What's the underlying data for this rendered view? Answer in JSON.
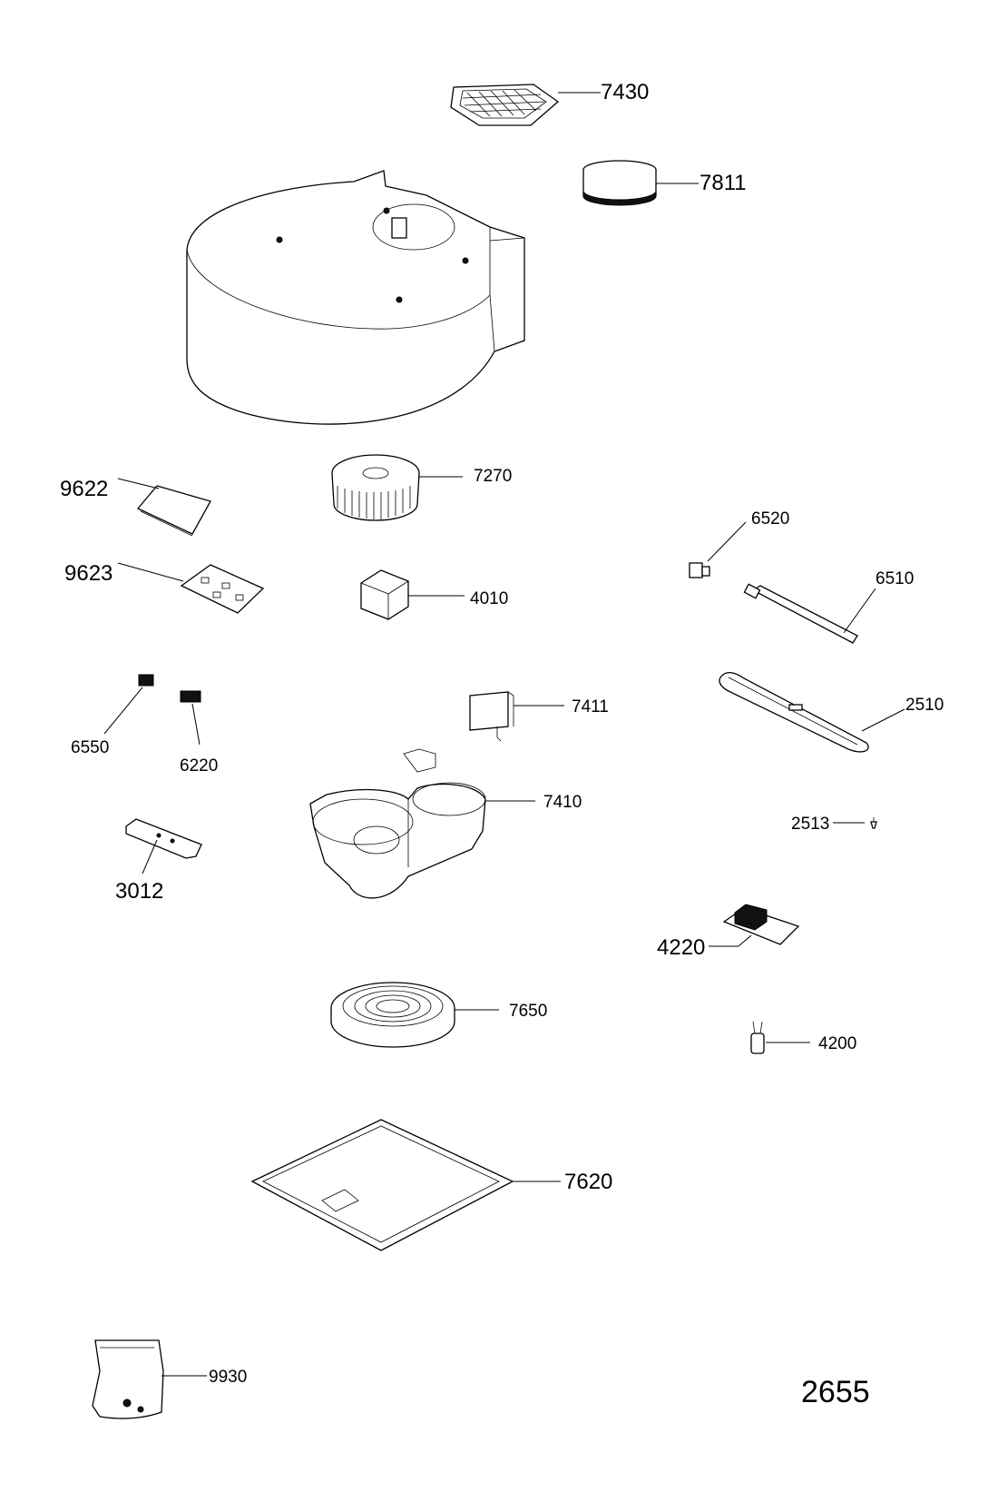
{
  "diagram": {
    "parts": [
      {
        "id": "p7430",
        "label": "7430"
      },
      {
        "id": "p7811",
        "label": "7811"
      },
      {
        "id": "p9622",
        "label": "9622"
      },
      {
        "id": "p7270",
        "label": "7270"
      },
      {
        "id": "p6520",
        "label": "6520"
      },
      {
        "id": "p9623",
        "label": "9623"
      },
      {
        "id": "p4010",
        "label": "4010"
      },
      {
        "id": "p6510",
        "label": "6510"
      },
      {
        "id": "p7411",
        "label": "7411"
      },
      {
        "id": "p2510",
        "label": "2510"
      },
      {
        "id": "p6550",
        "label": "6550"
      },
      {
        "id": "p6220",
        "label": "6220"
      },
      {
        "id": "p7410",
        "label": "7410"
      },
      {
        "id": "p2513",
        "label": "2513"
      },
      {
        "id": "p3012",
        "label": "3012"
      },
      {
        "id": "p4220",
        "label": "4220"
      },
      {
        "id": "p7650",
        "label": "7650"
      },
      {
        "id": "p4200",
        "label": "4200"
      },
      {
        "id": "p7620",
        "label": "7620"
      },
      {
        "id": "p9930",
        "label": "9930"
      }
    ],
    "page_number": "2655"
  }
}
